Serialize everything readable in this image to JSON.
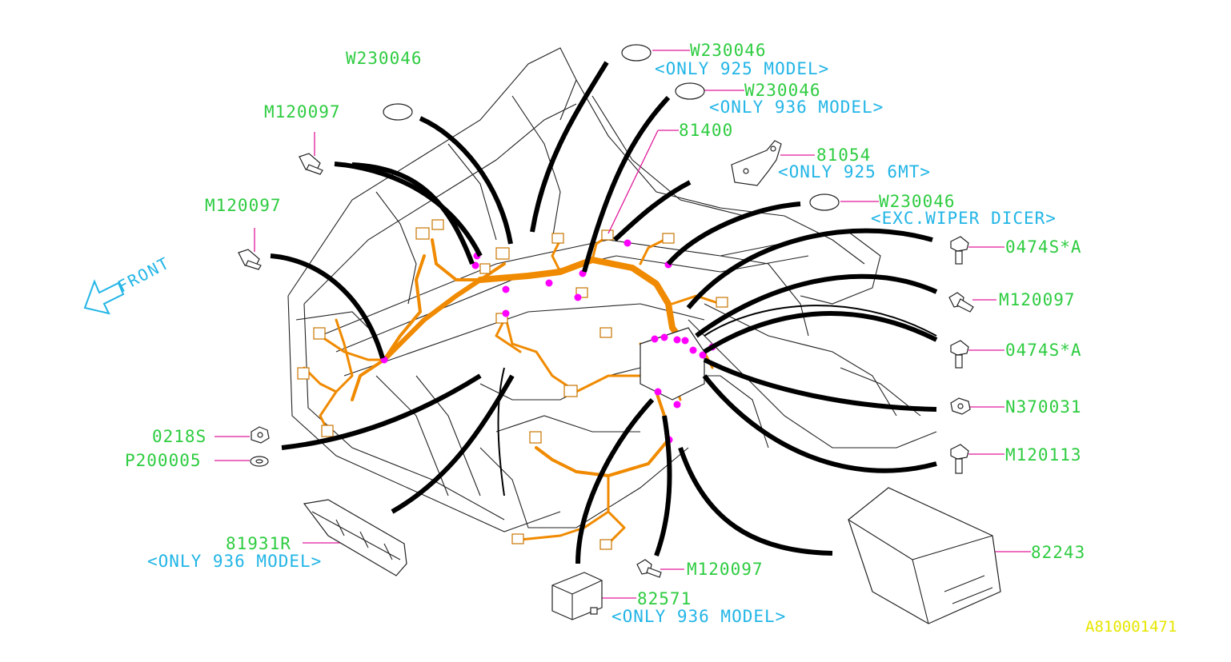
{
  "labels": {
    "w230046_top": "W230046",
    "m120097_a": "M120097",
    "m120097_b": "M120097",
    "w230046_925": "W230046",
    "only_925_model": "<ONLY 925 MODEL>",
    "w230046_936": "W230046",
    "only_936_model_a": "<ONLY 936 MODEL>",
    "p81400": "81400",
    "p81054": "81054",
    "only_925_6mt": "<ONLY 925 6MT>",
    "w230046_exc": "W230046",
    "exc_wiper_dicer": "<EXC.WIPER DICER>",
    "bolt_0474s_a1": "0474S*A",
    "m120097_c": "M120097",
    "bolt_0474s_a2": "0474S*A",
    "n370031": "N370031",
    "m120113": "M120113",
    "p82243": "82243",
    "m120097_d": "M120097",
    "p82571": "82571",
    "only_936_model_b": "<ONLY 936 MODEL>",
    "p81931r": "81931R",
    "only_936_model_c": "<ONLY 936 MODEL>",
    "nut_0218s": "0218S",
    "p200005": "P200005",
    "front": "FRONT",
    "diagram_code": "A810001471"
  },
  "colors": {
    "part_label": "#2ecc40",
    "note_label": "#22b5e6",
    "leader_line": "#e0199a",
    "harness": "#f08a00",
    "clip_dot": "#ff00ff",
    "diagram_code": "#e6e600"
  },
  "icons": {
    "front_arrow": "front-arrow-icon",
    "bolt": "bolt-icon",
    "nut": "nut-icon",
    "washer": "washer-icon",
    "grommet": "grommet-icon",
    "bracket": "bracket-icon",
    "fuse_box_cover": "fuse-box-cover-icon",
    "relay_box": "relay-box-icon",
    "bracket_81931r": "bracket-icon"
  }
}
